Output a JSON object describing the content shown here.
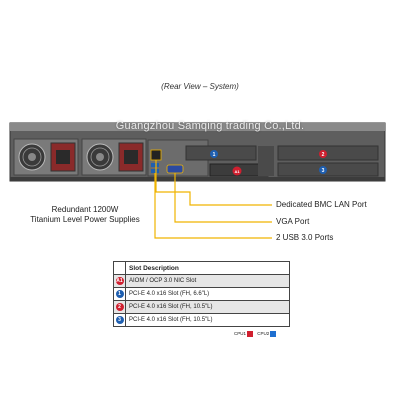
{
  "view_title": "(Rear View – System)",
  "watermark": "Guangzhou Samqing trading Co.,Ltd.",
  "power_supply_label_line1": "Redundant  1200W",
  "power_supply_label_line2": "Titanium Level Power Supplies",
  "callouts": [
    "Dedicated BMC LAN Port",
    "VGA Port",
    "2 USB 3.0 Ports"
  ],
  "slot_table": {
    "header": "Slot Description",
    "rows": [
      {
        "icon": "A1",
        "color": "#d01f2f",
        "label": "AIOM / OCP 3.0 NIC  Slot"
      },
      {
        "icon": "1",
        "color": "#1f5fb0",
        "label": "PCI-E 4.0 x16 Slot (FH, 6.6\"L)"
      },
      {
        "icon": "2",
        "color": "#d01f2f",
        "label": "PCI-E 4.0 x16 Slot (FH, 10.5\"L)"
      },
      {
        "icon": "3",
        "color": "#1f5fb0",
        "label": "PCI-E 4.0 x16 Slot (FH, 10.5\"L)"
      }
    ]
  },
  "legend": [
    {
      "label": "CPU1",
      "color": "#d01f2f"
    },
    {
      "label": "CPU2",
      "color": "#1f6fd0"
    }
  ],
  "colors": {
    "callout_line": "#f0b400",
    "chassis": "#5e5e5e",
    "cpu1": "#d01f2f",
    "cpu2": "#1f6fd0"
  }
}
